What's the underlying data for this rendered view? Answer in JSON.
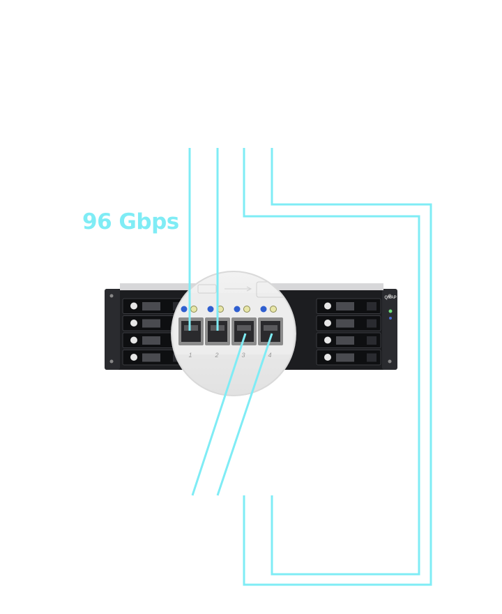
{
  "speed_label": "96 Gbps",
  "brand_label": "QNAP",
  "port_numbers": [
    "1",
    "2",
    "3",
    "4"
  ],
  "colors": {
    "cable": "#7fecf5",
    "speed_text": "#7fecf5",
    "chassis": "#1c1d20",
    "tray": "#0e0f11",
    "magnifier": "#ececec",
    "led_blue": "#2f5fd0",
    "led_yellow": "#e8e6a8"
  },
  "drive_bays": {
    "rows": 4,
    "columns": 3
  }
}
